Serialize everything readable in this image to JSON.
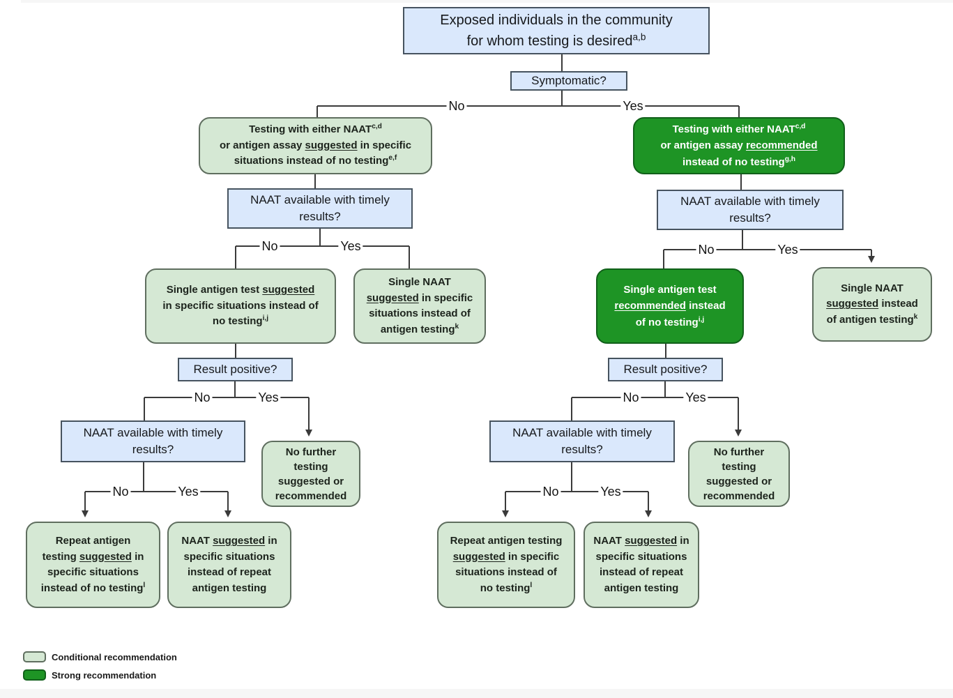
{
  "labels": {
    "no": "No",
    "yes": "Yes"
  },
  "colors": {
    "question_fill": "#dae8fc",
    "conditional_fill": "#d5e8d4",
    "strong_fill": "#1e9425",
    "strong_border": "#11601a",
    "line": "#3a3a3a"
  },
  "nodes": {
    "exposed": {
      "segments": [
        {
          "t": "Exposed individuals in the community\nfor whom testing is desired"
        },
        {
          "t": "a,b",
          "sup": true
        }
      ]
    },
    "symptomatic": {
      "segments": [
        {
          "t": "Symptomatic?"
        }
      ]
    },
    "test_suggested": {
      "segments": [
        {
          "t": "Testing with either NAAT"
        },
        {
          "t": "c,d",
          "sup": true
        },
        {
          "t": "\nor antigen assay "
        },
        {
          "t": "suggested",
          "u": true
        },
        {
          "t": " in specific\nsituations instead of no testing"
        },
        {
          "t": "e,f",
          "sup": true
        }
      ]
    },
    "test_recommended": {
      "segments": [
        {
          "t": "Testing with either NAAT"
        },
        {
          "t": "c,d",
          "sup": true
        },
        {
          "t": "\nor antigen assay "
        },
        {
          "t": "recommended",
          "u": true
        },
        {
          "t": "\ninstead of no testing"
        },
        {
          "t": "g,h",
          "sup": true
        }
      ]
    },
    "naat_timely": {
      "segments": [
        {
          "t": "NAAT available with timely\nresults?"
        }
      ]
    },
    "single_antigen_suggested": {
      "segments": [
        {
          "t": "Single antigen test "
        },
        {
          "t": "suggested",
          "u": true
        },
        {
          "t": "\nin specific situations instead of\nno testing"
        },
        {
          "t": "i,j",
          "sup": true
        }
      ]
    },
    "single_naat_suggested_specific": {
      "segments": [
        {
          "t": "Single NAAT\n"
        },
        {
          "t": "suggested",
          "u": true
        },
        {
          "t": " in specific\nsituations instead of\nantigen testing"
        },
        {
          "t": "k",
          "sup": true
        }
      ]
    },
    "single_antigen_recommended": {
      "segments": [
        {
          "t": "Single antigen test\n"
        },
        {
          "t": "recommended",
          "u": true
        },
        {
          "t": " instead\nof no testing"
        },
        {
          "t": "i,j",
          "sup": true
        }
      ]
    },
    "single_naat_suggested": {
      "segments": [
        {
          "t": "Single NAAT\n"
        },
        {
          "t": "suggested",
          "u": true
        },
        {
          "t": " instead\nof antigen testing"
        },
        {
          "t": "k",
          "sup": true
        }
      ]
    },
    "result_positive": {
      "segments": [
        {
          "t": "Result positive?"
        }
      ]
    },
    "no_further": {
      "segments": [
        {
          "t": "No further\ntesting\nsuggested or\nrecommended"
        }
      ]
    },
    "repeat_antigen_left": {
      "segments": [
        {
          "t": "Repeat antigen\ntesting "
        },
        {
          "t": "suggested",
          "u": true
        },
        {
          "t": " in\nspecific situations\ninstead of no testing"
        },
        {
          "t": "l",
          "sup": true
        }
      ]
    },
    "repeat_antigen_right": {
      "segments": [
        {
          "t": "Repeat antigen testing\n"
        },
        {
          "t": "suggested",
          "u": true
        },
        {
          "t": " in specific\nsituations instead of\nno testing"
        },
        {
          "t": "l",
          "sup": true
        }
      ]
    },
    "naat_instead_repeat": {
      "segments": [
        {
          "t": "NAAT "
        },
        {
          "t": "suggested",
          "u": true
        },
        {
          "t": " in\nspecific situations\ninstead of repeat\nantigen testing"
        }
      ]
    }
  },
  "legend": {
    "items": [
      {
        "label": "Conditional recommendation"
      },
      {
        "label": "Strong recommendation"
      }
    ]
  }
}
